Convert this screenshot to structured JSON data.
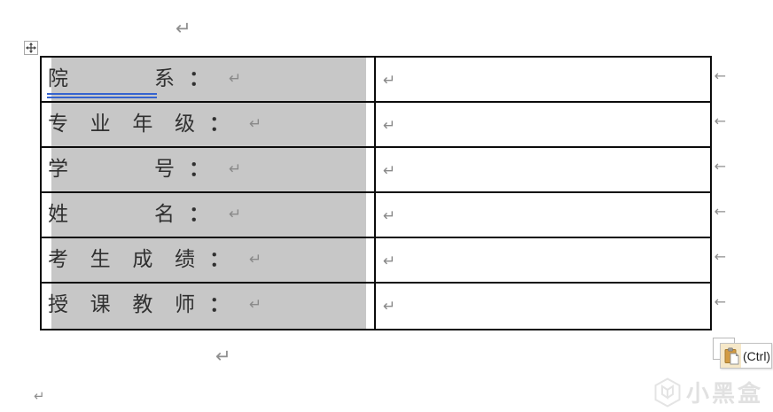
{
  "marks": {
    "pilcrow": "↵",
    "end_of_row": "←"
  },
  "table": {
    "rows": [
      {
        "label": "院系",
        "colon": "：",
        "underlined": true,
        "value": ""
      },
      {
        "label": "专业年级",
        "colon": "：",
        "underlined": false,
        "value": ""
      },
      {
        "label": "学号",
        "colon": "：",
        "underlined": false,
        "value": ""
      },
      {
        "label": "姓名",
        "colon": "：",
        "underlined": false,
        "value": ""
      },
      {
        "label": "考生成绩",
        "colon": "：",
        "underlined": false,
        "value": ""
      },
      {
        "label": "授课教师",
        "colon": "：",
        "underlined": false,
        "value": ""
      }
    ]
  },
  "paste_button": {
    "label": "(Ctrl)",
    "icon": "clipboard-paste-icon"
  },
  "watermark": {
    "text": "小黑盒",
    "icon": "hexagon-box-logo"
  },
  "colors": {
    "cell_shade": "#c7c7c7",
    "table_border": "#0c0c0c",
    "grammar_underline_blue": "#3563cf",
    "formatting_mark_gray": "#8f8f8f",
    "clipboard_tan": "#d29b44",
    "paste_icon_bg": "#f6e8c9"
  }
}
